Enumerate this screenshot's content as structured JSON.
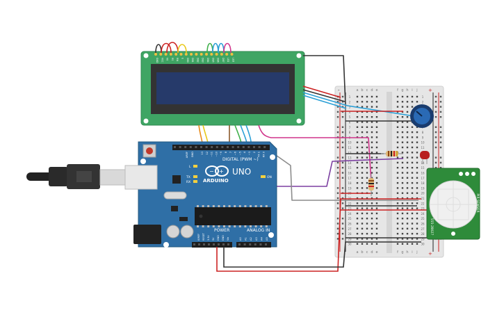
{
  "arduino": {
    "brand": "ARDUINO",
    "model": "UNO",
    "digital_label": "DIGITAL (PWM ~)",
    "power_label": "POWER",
    "analog_label": "ANALOG IN",
    "ref_label": "AREF",
    "gnd_label": "GND",
    "on_label": "ON",
    "tx_label": "TX",
    "rx_label": "RX",
    "l_label": "L",
    "digital_pins": [
      "13",
      "12",
      "~11",
      "~10",
      "~9",
      "8",
      "7",
      "~6",
      "~5",
      "4",
      "~3",
      "2",
      "TX 1",
      "RX 0"
    ],
    "power_pins": [
      "IOREF",
      "RESET",
      "3.3V",
      "5V",
      "GND",
      "GND",
      "Vin"
    ],
    "analog_pins": [
      "A0",
      "A1",
      "A2",
      "A3",
      "A4",
      "A5"
    ]
  },
  "lcd": {
    "pin_labels": [
      "GND",
      "VCC",
      "V0",
      "RS",
      "RW",
      "E",
      "DB0",
      "DB1",
      "DB2",
      "DB3",
      "DB4",
      "DB5",
      "DB6",
      "DB7",
      "LED",
      "LED"
    ]
  },
  "breadboard": {
    "columns_left": [
      "a",
      "b",
      "c",
      "d",
      "e"
    ],
    "columns_right": [
      "f",
      "g",
      "h",
      "i",
      "j"
    ],
    "row_numbers": [
      "1",
      "2",
      "3",
      "4",
      "5",
      "6",
      "7",
      "8",
      "9",
      "10",
      "11",
      "12",
      "13",
      "14",
      "15",
      "16",
      "17",
      "18",
      "19",
      "20",
      "21",
      "22",
      "23",
      "24",
      "25",
      "26",
      "27",
      "28",
      "29",
      "30"
    ],
    "plus": "+",
    "minus": "-"
  },
  "pir": {
    "label_top": "PIR SENSOR",
    "label_bottom": "555-28027"
  },
  "colors": {
    "arduino_blue": "#2f6fa6",
    "lcd_green": "#3fa564",
    "lcd_screen": "#263a6a",
    "breadboard": "#e6e6e6",
    "pir_green": "#2e8b3a",
    "wire_red": "#cc2222",
    "wire_black": "#333333",
    "wire_blue": "#2a9fd6",
    "wire_purple": "#7b3fa0",
    "wire_pink": "#d0338a",
    "wire_gray": "#8c8c8c",
    "wire_orange": "#e88a1a",
    "wire_yellow": "#e8c81a",
    "wire_green": "#3fb04a",
    "wire_brown": "#8b5a2b"
  }
}
